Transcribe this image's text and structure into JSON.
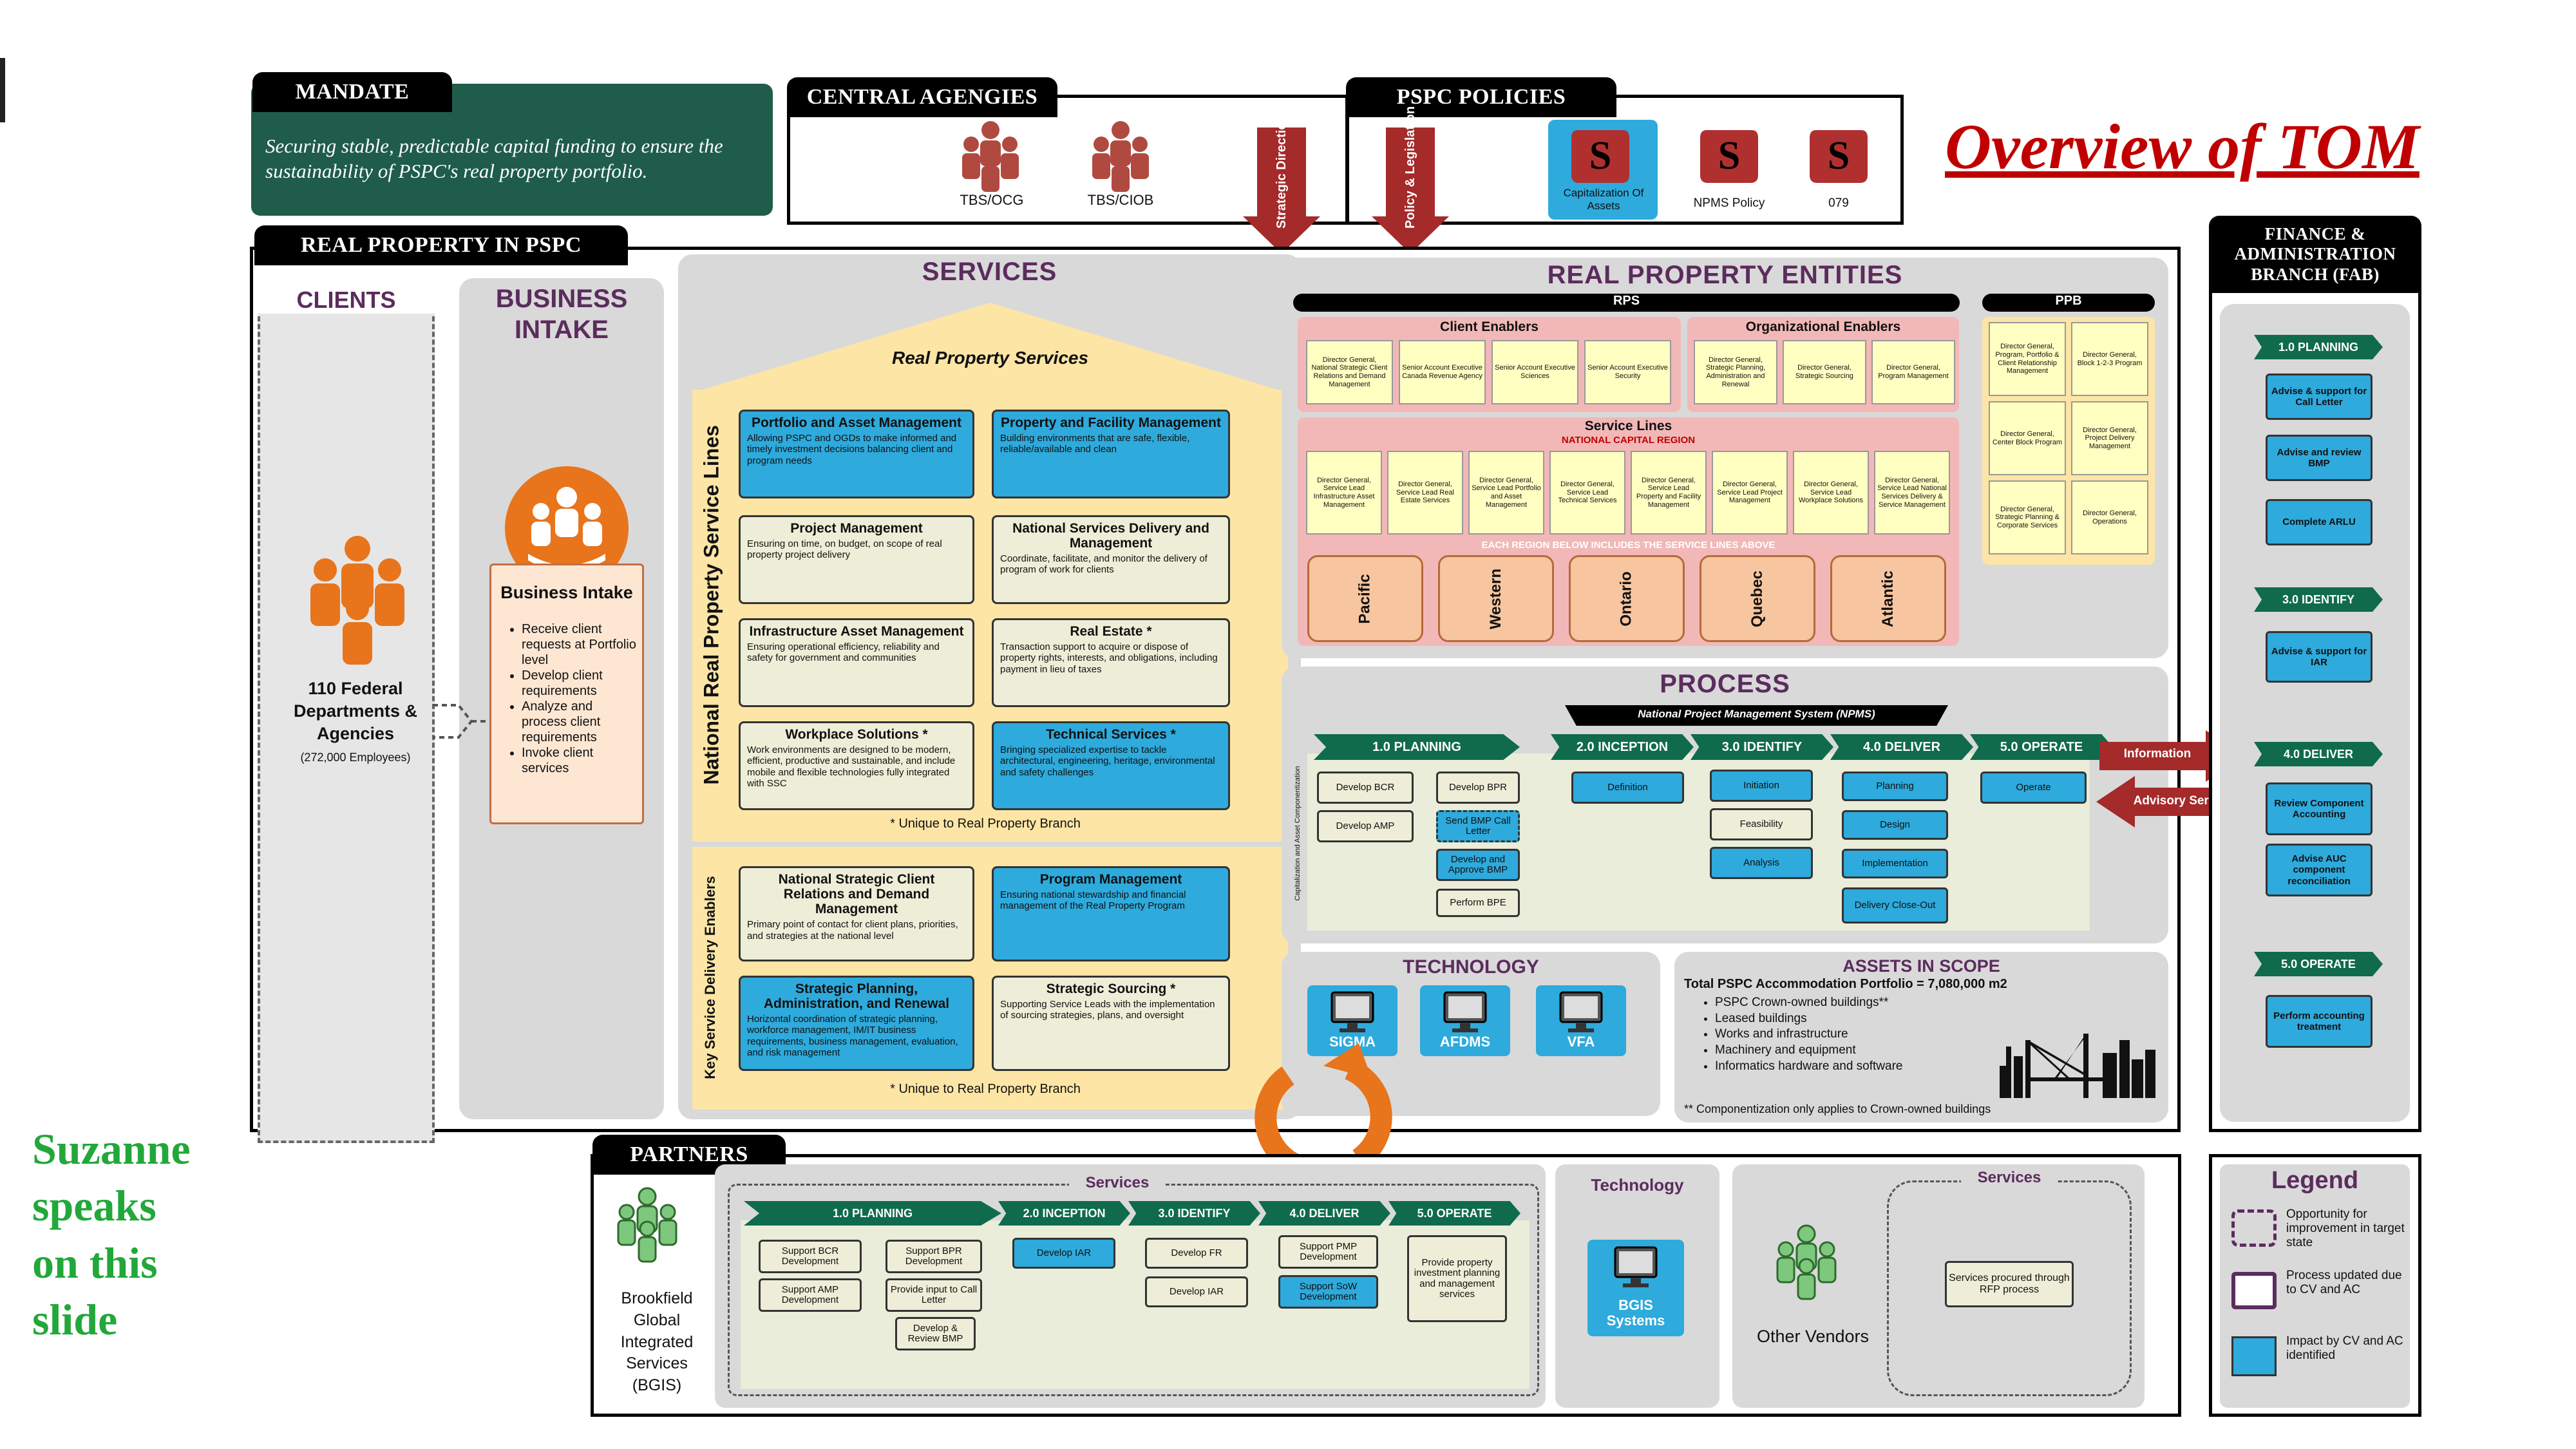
{
  "title": "Overview of TOM",
  "mandate": {
    "tab": "MANDATE",
    "text": "Securing stable, predictable capital funding to ensure the sustainability of PSPC's real property portfolio."
  },
  "central_agencies": {
    "tab": "CENTRAL AGENGIES",
    "items": [
      "TBS/OCG",
      "TBS/CIOB"
    ]
  },
  "pspc_policies": {
    "tab": "PSPC POLICIES",
    "items": [
      "Capitalization Of Assets",
      "NPMS Policy",
      "079"
    ]
  },
  "arrows": {
    "strategic": "Strategic Direction",
    "policy": "Policy & Legislation",
    "information": "Information",
    "advisory": "Advisory Services"
  },
  "real_property_tab": "REAL PROPERTY IN PSPC",
  "clients": {
    "title": "CLIENTS",
    "label": "110 Federal Departments & Agencies",
    "employees": "(272,000 Employees)"
  },
  "business_intake": {
    "title": "BUSINESS INTAKE",
    "box_title": "Business Intake",
    "bullets": [
      "Receive client requests at Portfolio level",
      "Develop client requirements",
      "Analyze and process client requirements",
      "Invoke client services"
    ]
  },
  "services": {
    "title": "SERVICES",
    "roof": "Real Property Services",
    "side_top": "National Real Property Service Lines",
    "side_bottom": "Key Service Delivery Enablers",
    "note": "* Unique to Real Property Branch",
    "cards": [
      {
        "t": "Portfolio and Asset Management",
        "d": "Allowing PSPC and OGDs to make informed and timely investment decisions balancing client and program needs"
      },
      {
        "t": "Property and Facility Management",
        "d": "Building environments that are safe, flexible, reliable/available and clean"
      },
      {
        "t": "Project Management",
        "d": "Ensuring on time, on budget, on scope of real property project delivery"
      },
      {
        "t": "National Services Delivery and Management",
        "d": "Coordinate, facilitate, and monitor the delivery of program of work for clients"
      },
      {
        "t": "Infrastructure Asset Management",
        "d": "Ensuring operational efficiency, reliability and safety for government and communities"
      },
      {
        "t": "Real Estate *",
        "d": "Transaction support to acquire or dispose of property rights, interests, and obligations, including payment in lieu of taxes"
      },
      {
        "t": "Workplace Solutions *",
        "d": "Work environments are designed to be modern, efficient, productive and sustainable, and include mobile and flexible technologies fully integrated with SSC"
      },
      {
        "t": "Technical Services *",
        "d": "Bringing specialized expertise to tackle architectural, engineering, heritage, environmental and safety challenges"
      },
      {
        "t": "National Strategic Client Relations and Demand Management",
        "d": "Primary point of contact for client plans, priorities, and strategies at the national level"
      },
      {
        "t": "Program Management",
        "d": "Ensuring national stewardship and financial management of the Real Property Program"
      },
      {
        "t": "Strategic Planning, Administration, and Renewal",
        "d": "Horizontal coordination of strategic planning, workforce management, IM/IT business requirements, business management, evaluation, and risk management"
      },
      {
        "t": "Strategic Sourcing *",
        "d": "Supporting Service Leads with the implementation of sourcing strategies, plans, and oversight"
      }
    ]
  },
  "rpe": {
    "title": "REAL PROPERTY ENTITIES",
    "rps": "RPS",
    "ppb": "PPB",
    "client_enablers": "Client Enablers",
    "org_enablers": "Organizational Enablers",
    "ce_items": [
      "Director General, National Strategic Client Relations and Demand Management",
      "Senior Account Executive Canada Revenue Agency",
      "Senior Account Executive Sciences",
      "Senior Account Executive Security"
    ],
    "oe_items": [
      "Director General, Strategic Planning, Administration and Renewal",
      "Director General, Strategic Sourcing",
      "Director General, Program Management"
    ],
    "service_lines": "Service Lines",
    "ncr": "NATIONAL CAPITAL REGION",
    "sl_items": [
      "Director General, Service Lead Infrastructure Asset Management",
      "Director General, Service Lead Real Estate Services",
      "Director General, Service Lead Portfolio and Asset Management",
      "Director General, Service Lead Technical Services",
      "Director General, Service Lead Property and Facility Management",
      "Director General, Service Lead Project Management",
      "Director General, Service Lead Workplace Solutions",
      "Director General, Service Lead National Services Delivery & Service Management"
    ],
    "each_region": "EACH REGION BELOW INCLUDES THE SERVICE LINES ABOVE",
    "regions": [
      "Pacific",
      "Western",
      "Ontario",
      "Quebec",
      "Atlantic"
    ],
    "ppb_items": [
      "Director General, Program, Portfolio & Client Relationship Management",
      "Director General, Block 1-2-3 Program",
      "Director General, Center Block Program",
      "Director General, Project Delivery Management",
      "Director General, Strategic Planning & Corporate Services",
      "Director General, Operations"
    ]
  },
  "process": {
    "title": "PROCESS",
    "npms": "National Project Management System (NPMS)",
    "side": "Capitalization and Asset Componentization",
    "phases": [
      "1.0 PLANNING",
      "2.0 INCEPTION",
      "3.0 IDENTIFY",
      "4.0 DELIVER",
      "5.0 OPERATE"
    ],
    "planning": [
      "Develop BCR",
      "Develop BPR",
      "Develop AMP",
      "Send BMP Call Letter",
      "Develop and Approve BMP",
      "Perform BPE"
    ],
    "inception": [
      "Definition"
    ],
    "identify": [
      "Initiation",
      "Feasibility",
      "Analysis"
    ],
    "deliver": [
      "Planning",
      "Design",
      "Implementation",
      "Delivery Close-Out"
    ],
    "operate": [
      "Operate"
    ]
  },
  "technology": {
    "title": "TECHNOLOGY",
    "items": [
      "SIGMA",
      "AFDMS",
      "VFA"
    ]
  },
  "assets": {
    "title": "ASSETS IN SCOPE",
    "total": "Total PSPC Accommodation Portfolio = 7,080,000 m2",
    "items": [
      "PSPC Crown-owned buildings**",
      "Leased buildings",
      "Works and infrastructure",
      "Machinery and equipment",
      "Informatics hardware and software"
    ],
    "note": "** Componentization only applies to Crown-owned buildings"
  },
  "fab": {
    "tab": "FINANCE & ADMINISTRATION BRANCH (FAB)",
    "phases": [
      "1.0 PLANNING",
      "3.0 IDENTIFY",
      "4.0 DELIVER",
      "5.0 OPERATE"
    ],
    "planning": [
      "Advise & support for Call Letter",
      "Advise and review BMP",
      "Complete ARLU"
    ],
    "identify": [
      "Advise & support for IAR"
    ],
    "deliver": [
      "Review Component Accounting",
      "Advise AUC component reconciliation"
    ],
    "operate": [
      "Perform accounting treatment"
    ]
  },
  "partners": {
    "tab": "PARTNERS",
    "bgis": "Brookfield Global Integrated Services (BGIS)",
    "services_label": "Services",
    "phases": [
      "1.0 PLANNING",
      "2.0 INCEPTION",
      "3.0 IDENTIFY",
      "4.0 DELIVER",
      "5.0 OPERATE"
    ],
    "planning": [
      "Support BCR Development",
      "Support BPR Development",
      "Support AMP Development",
      "Provide input to Call Letter",
      "Develop & Review BMP"
    ],
    "inception": [
      "Develop IAR"
    ],
    "identify": [
      "Develop FR",
      "Develop IAR"
    ],
    "deliver": [
      "Support PMP Development",
      "Support SoW Development"
    ],
    "operate": [
      "Provide property investment planning and management services"
    ],
    "technology_label": "Technology",
    "tech_item": "BGIS Systems",
    "other_vendors": "Other Vendors",
    "services2_label": "Services",
    "services2_item": "Services procured through RFP process"
  },
  "legend": {
    "title": "Legend",
    "items": [
      "Opportunity for improvement in target state",
      "Process updated due to CV and AC",
      "Impact by CV and AC identified"
    ]
  },
  "speaker_note": [
    "Suzanne",
    "speaks",
    "on this",
    "slide"
  ],
  "colors": {
    "accent_red": "#c00000",
    "dark_green": "#1f5c4a",
    "blue": "#2eaadc",
    "phase_green": "#0f6b4c",
    "arrow_red": "#a52a2a",
    "orange": "#e8741c",
    "title_purple": "#5b2c5e",
    "speaker_green": "#22a83a"
  }
}
